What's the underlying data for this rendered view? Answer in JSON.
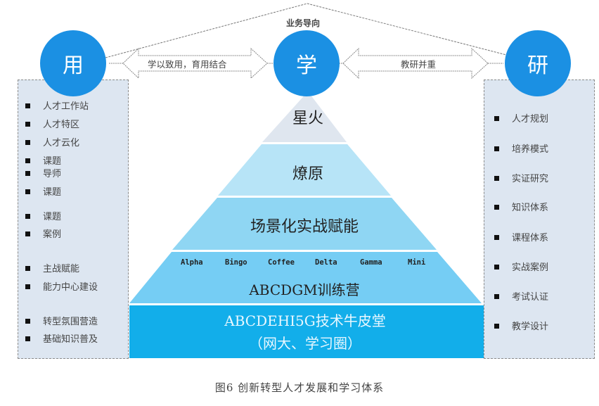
{
  "top_label": "业务导向",
  "nodes": {
    "use": "用",
    "learn": "学",
    "research": "研"
  },
  "connectors": {
    "use_learn": "学以致用，育用结合",
    "learn_research": "教研并重"
  },
  "left_panel": {
    "items": [
      "人才工作站",
      "人才特区",
      "人才云化",
      "课题",
      "导师",
      "课题",
      "课题",
      "案例",
      "主战赋能",
      "能力中心建设",
      "转型氛围营造",
      "基础知识普及"
    ]
  },
  "right_panel": {
    "items": [
      "人才规划",
      "培养模式",
      "实证研究",
      "知识体系",
      "课程体系",
      "实战案例",
      "考试认证",
      "教学设计"
    ]
  },
  "pyramid": {
    "tiers": [
      {
        "label": "星火",
        "color": "#dfe6ef"
      },
      {
        "label": "燎原",
        "color": "#b7e4f7"
      },
      {
        "label": "场景化实战赋能",
        "color": "#8fd6f3"
      },
      {
        "label": "ABCDGM训练营",
        "color": "#75cdf4",
        "sub_items": [
          "Alpha",
          "Bingo",
          "Coffee",
          "Delta",
          "Gamma",
          "Mini"
        ]
      },
      {
        "label_line1": "ABCDEHI5G技术牛皮堂",
        "label_line2": "（网大、学习圈）",
        "color": "#12aeea"
      }
    ]
  },
  "caption": "图6  创新转型人才发展和学习体系",
  "colors": {
    "node": "#1b90e3",
    "panel": "#dde6f1"
  }
}
